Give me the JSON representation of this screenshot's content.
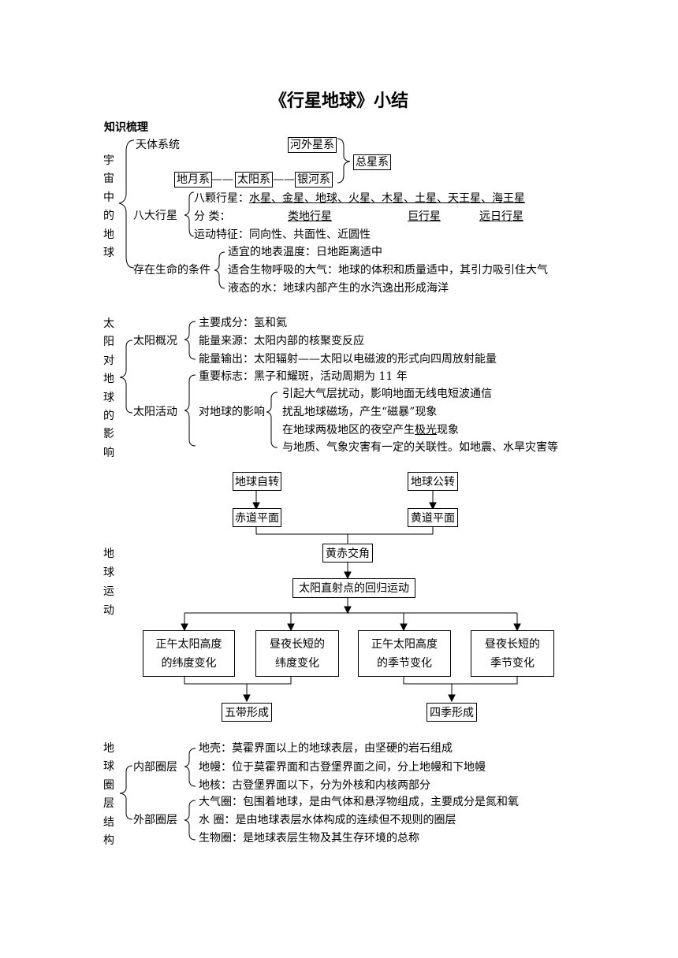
{
  "title": "《行星地球》小结",
  "section": "知识梳理",
  "universe": {
    "side": "宇宙中的地球",
    "celestial": "天体系统",
    "milky_ext": "河外星系",
    "total": "总星系",
    "earth_moon": "地月系",
    "dash1": "——",
    "solar": "太阳系",
    "dash2": "——",
    "galaxy": "银河系",
    "planets_label": "八大行星",
    "eight_prefix": "八颗行星：",
    "eight_list": "水星、金星、地球、火星、木星、土星、天王星、海王星",
    "class_prefix": "分      类：",
    "class1": "类地行星",
    "class2": "巨行星",
    "class3": "远日行星",
    "motion": "运动特征：同向性、共面性、近圆性",
    "life_label": "存在生命的条件",
    "life1": "适宜的地表温度：日地距离适中",
    "life2": "适合生物呼吸的大气：地球的体积和质量适中，其引力吸引住大气",
    "life3": "液态的水：地球内部产生的水汽逸出形成海洋"
  },
  "sun": {
    "side": "太阳对地球的影响",
    "overview": "太阳概况",
    "o1": "主要成分：氢和氦",
    "o2": "能量来源：太阳内部的核聚变反应",
    "o3": "能量输出：太阳辐射——太阳以电磁波的形式向四周放射能量",
    "activity": "太阳活动",
    "a1": "重要标志：黑子和耀斑，活动周期为 11 年",
    "impact": "对地球的影响",
    "i1": "引起大气层扰动，影响地面无线电短波通信",
    "i2": "扰乱地球磁场，产生“磁暴”现象",
    "i3_pre": "在地球两极地区的夜空产生",
    "i3_u": "极光",
    "i3_post": "现象",
    "i4": "与地质、气象灾害有一定的关联性。如地震、水旱灾害等"
  },
  "motion": {
    "side": "地球运动",
    "rotation": "地球自转",
    "revolution": "地球公转",
    "equator": "赤道平面",
    "ecliptic": "黄道平面",
    "obliquity": "黄赤交角",
    "subsolar": "太阳直射点的回归运动",
    "b1l1": "正午太阳高度",
    "b1l2": "的纬度变化",
    "b2l1": "昼夜长短的",
    "b2l2": "纬度变化",
    "b3l1": "正午太阳高度",
    "b3l2": "的季节变化",
    "b4l1": "昼夜长短的",
    "b4l2": "季节变化",
    "zones": "五带形成",
    "seasons": "四季形成"
  },
  "layers": {
    "side": "地球圈层结构",
    "inner": "内部圈层",
    "in1": "地壳：莫霍界面以上的地球表层，由坚硬的岩石组成",
    "in2": "地幔：位于莫霍界面和古登堡界面之间，分上地幔和下地幔",
    "in3": "地核：古登堡界面以下，分为外核和内核两部分",
    "outer": "外部圈层",
    "out1": "大气圈：包围着地球，是由气体和悬浮物组成，主要成分是氮和氧",
    "out2": "水   圈：是由地球表层水体构成的连续但不规则的圈层",
    "out3": "生物圈：是地球表层生物及其生存环境的总称"
  }
}
